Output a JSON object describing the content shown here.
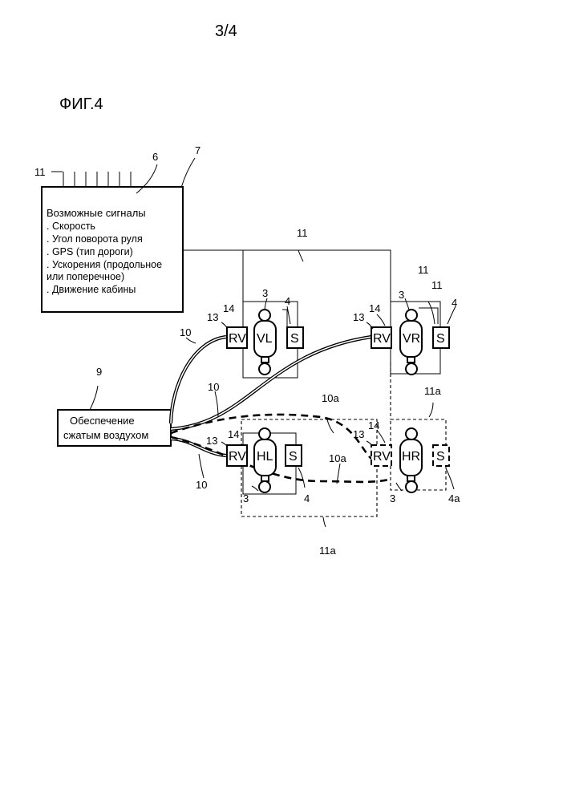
{
  "page_number": "3/4",
  "figure_title": "ФИГ.4",
  "controller": {
    "heading": "Возможные сигналы",
    "signals": [
      ". Скорость",
      ". Угол поворота руля",
      ". GPS (тип дороги)",
      ". Ускорения (продольное",
      "или поперечное)",
      ". Движение кабины"
    ]
  },
  "air_supply": {
    "line1": "Обеспечение",
    "line2": "сжатым воздухом"
  },
  "units": {
    "vl": "VL",
    "vr": "VR",
    "hl": "HL",
    "hr": "HR",
    "rv": "RV",
    "s": "S"
  },
  "refs": {
    "r11_top": "11",
    "r6": "6",
    "r7": "7",
    "r11_mid": "11",
    "r11_vr_a": "11",
    "r11_vr_b": "11",
    "r3_vl": "3",
    "r4_vl": "4",
    "r13_vl": "13",
    "r14_vl": "14",
    "r13_vr": "13",
    "r14_vr": "14",
    "r3_vr": "3",
    "r4_vr": "4",
    "r10_a": "10",
    "r10_b": "10",
    "r10_c": "10",
    "r9": "9",
    "r10a_a": "10a",
    "r10a_b": "10a",
    "r11a_a": "11a",
    "r11a_b": "11a",
    "r14_hl": "14",
    "r13_hl": "13",
    "r3_hl": "3",
    "r4_hl": "4",
    "r14_hr": "14",
    "r13_hr": "13",
    "r3_hr": "3",
    "r4a": "4a"
  }
}
